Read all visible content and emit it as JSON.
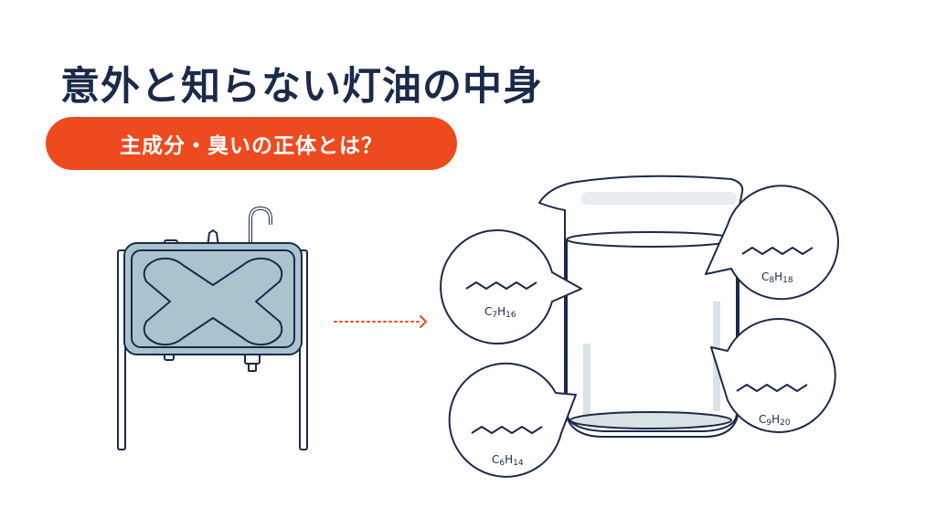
{
  "title": "意外と知らない灯油の中身",
  "subtitle": "主成分・臭いの正体とは？",
  "icons": [
    "kerosene-tank-icon",
    "arrow-right-icon",
    "beaker-icon",
    "molecule-bubble-icon"
  ],
  "colors": {
    "navy": "#1b2a4a",
    "accent": "#ee4a1f",
    "tank": "#a9c4cf",
    "liquid": "#d9e2e6"
  },
  "molecules": [
    {
      "c": "C",
      "csub": "7",
      "h": "H",
      "hsub": "16"
    },
    {
      "c": "C",
      "csub": "8",
      "h": "H",
      "hsub": "18"
    },
    {
      "c": "C",
      "csub": "6",
      "h": "H",
      "hsub": "14"
    },
    {
      "c": "C",
      "csub": "9",
      "h": "H",
      "hsub": "20"
    }
  ]
}
